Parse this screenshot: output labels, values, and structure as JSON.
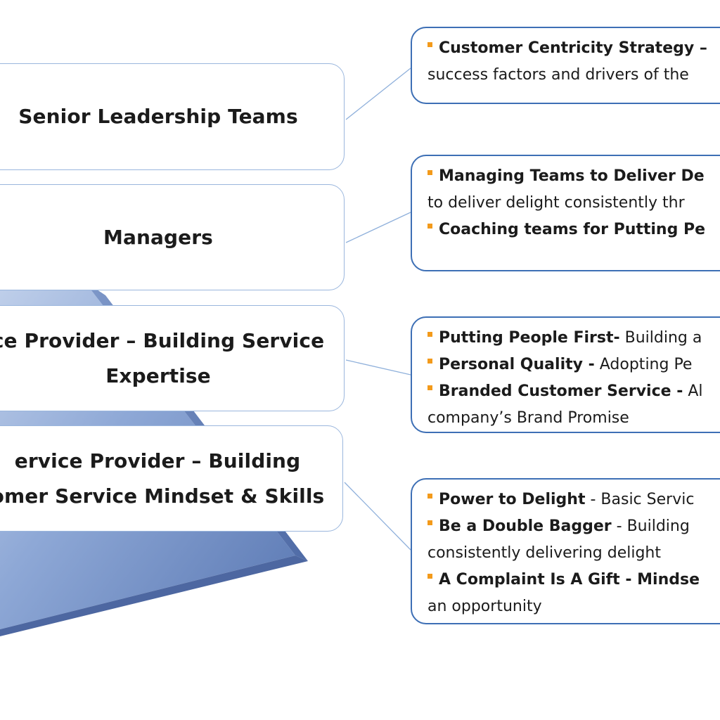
{
  "tiers": [
    {
      "lines": [
        "Senior Leadership Teams"
      ]
    },
    {
      "lines": [
        "Managers"
      ]
    },
    {
      "lines": [
        "ce Provider – Building Service",
        "Expertise"
      ]
    },
    {
      "lines": [
        "ervice Provider – Building",
        "omer Service Mindset & Skills"
      ]
    }
  ],
  "callouts": [
    {
      "lines": [
        {
          "bold": "Customer Centricity Strategy –",
          "normal": ""
        },
        {
          "bold": "",
          "normal": "success factors and drivers of the"
        }
      ]
    },
    {
      "lines": [
        {
          "bold": "Managing Teams to Deliver De",
          "normal": ""
        },
        {
          "bold": "",
          "normal": "to deliver delight consistently thr"
        },
        {
          "bold": "Coaching  teams for Putting Pe",
          "normal": ""
        }
      ]
    },
    {
      "lines": [
        {
          "bold": "Putting People First-",
          "normal": " Building a"
        },
        {
          "bold": "Personal Quality -",
          "normal": " Adopting Pe"
        },
        {
          "bold": "Branded Customer Service -",
          "normal": " Al"
        },
        {
          "bold": "",
          "normal": "company’s Brand Promise"
        }
      ]
    },
    {
      "lines": [
        {
          "bold": "Power to Delight",
          "normal": " - Basic Servic"
        },
        {
          "bold": "Be a Double Bagger",
          "normal": " - Building"
        },
        {
          "bold": "",
          "normal": "consistently delivering delight"
        },
        {
          "bold": "A Complaint Is A Gift - Mindse",
          "normal": ""
        },
        {
          "bold": "",
          "normal": "an opportunity"
        }
      ]
    }
  ],
  "colors": {
    "bullet": "#f39a1b",
    "callout_border": "#3d6fb5",
    "tier_border": "#9ab6dd",
    "pyramid": "#6f8fc4",
    "connector": "#8fb0db"
  }
}
